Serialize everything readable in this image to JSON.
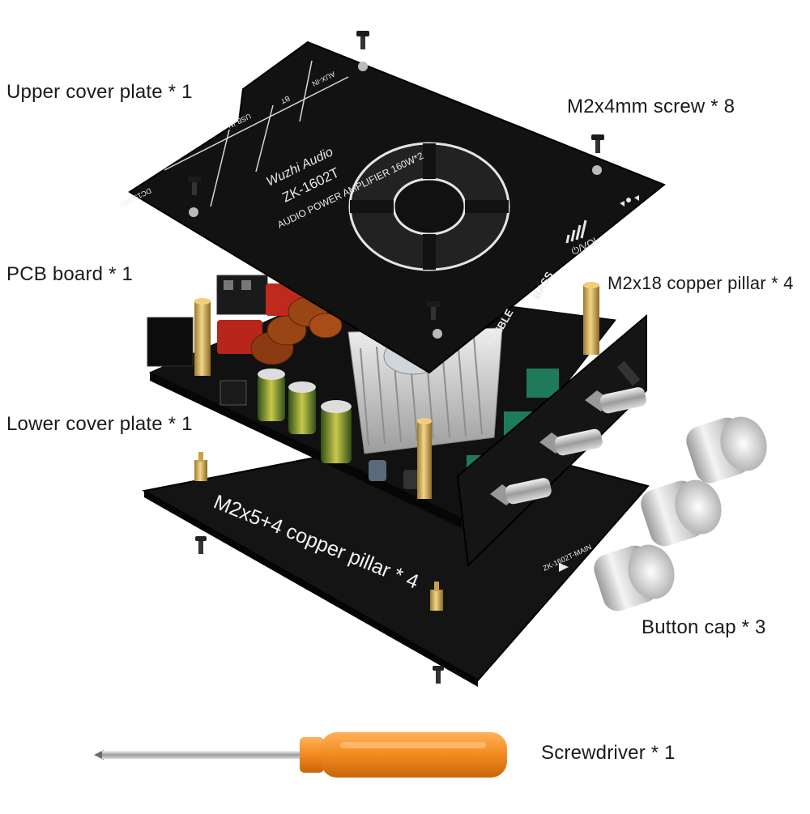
{
  "labels": {
    "upper_cover": "Upper cover plate * 1",
    "screw": "M2x4mm screw * 8",
    "pcb": "PCB board * 1",
    "pillar_m2x18": "M2x18 copper pillar * 4",
    "lower_cover": "Lower cover plate * 1",
    "pillar_m2x54": "M2x5+4 copper pillar * 4",
    "button_cap": "Button cap * 3",
    "screwdriver": "Screwdriver * 1"
  },
  "upper_plate": {
    "brand": "Wuzhi Audio",
    "model": "ZK-1602T",
    "spec": "AUDIO POWER AMPLIFIER 160W*2",
    "vol": "⏻/VOL",
    "bass": "BASS",
    "treble": "TREBLE",
    "usb": "USB-IN",
    "bt": "BT",
    "aux": "AUX-IN",
    "dc": "DC15-36V"
  },
  "colors": {
    "board": "#141414",
    "heatsink": "#c9c9c9",
    "brass": "#c9a24a",
    "screwdriver_handle": "#f28a1e",
    "knob": "#d9d9d9"
  }
}
